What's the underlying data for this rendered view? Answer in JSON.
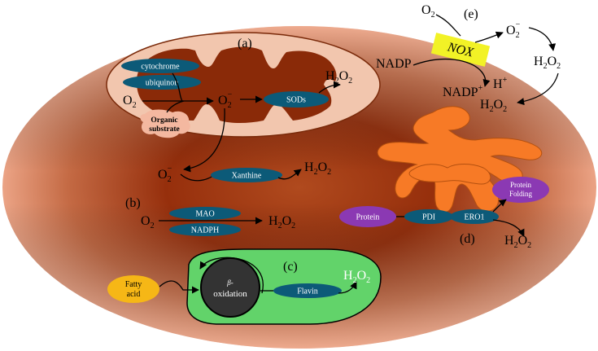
{
  "labels": {
    "a": "(a)",
    "b": "(b)",
    "c": "(c)",
    "d": "(d)",
    "e": "(e)"
  },
  "mitochondrion": {
    "cytochrome": "cytochrome",
    "ubiquinon": "ubiquinon",
    "o2": "O",
    "o2_sub": "2",
    "superoxide": "O",
    "superoxide_sub": "2",
    "superoxide_sup": "−",
    "sods": "SODs",
    "h2o2": "H",
    "h2o2_sub1": "2",
    "h2o2_o": "O",
    "h2o2_sub2": "2",
    "organic_line1": "Organic",
    "organic_line2": "substrate"
  },
  "xanthine_path": {
    "superoxide": "O",
    "superoxide_sub": "2",
    "superoxide_sup": "−",
    "enzyme": "Xanthine",
    "h2o2": "H",
    "h2o2_sub1": "2",
    "h2o2_o": "O",
    "h2o2_sub2": "2"
  },
  "mao_path": {
    "o2": "O",
    "o2_sub": "2",
    "mao": "MAO",
    "nadph": "NADPH",
    "h2o2": "H",
    "h2o2_sub1": "2",
    "h2o2_o": "O",
    "h2o2_sub2": "2"
  },
  "peroxisome": {
    "fatty_line1": "Fatty",
    "fatty_line2": "acid",
    "beta": "β-",
    "oxidation": "oxidation",
    "flavin": "Flavin",
    "h2o2": "H",
    "h2o2_sub1": "2",
    "h2o2_o": "O",
    "h2o2_sub2": "2"
  },
  "er": {
    "protein": "Protein",
    "pdi": "PDI",
    "ero1": "ERO1",
    "folding_line1": "Protein",
    "folding_line2": "Folding",
    "h2o2": "H",
    "h2o2_sub1": "2",
    "h2o2_o": "O",
    "h2o2_sub2": "2"
  },
  "nox": {
    "o2": "O",
    "o2_sub": "2",
    "nox": "NOX",
    "superoxide": "O",
    "superoxide_sub": "2",
    "superoxide_sup": "−",
    "h2o2_top": "H",
    "h2o2_top_sub1": "2",
    "h2o2_top_o": "O",
    "h2o2_top_sub2": "2",
    "nadp": "NADP",
    "nadp_plus": "NADP",
    "nadp_plus_sup": "+",
    "h_plus": "H",
    "h_plus_sup": "+",
    "h2o2_bottom": "H",
    "h2o2_bottom_sub1": "2",
    "h2o2_bottom_o": "O",
    "h2o2_bottom_sub2": "2"
  },
  "colors": {
    "cell_center": "#8b2c07",
    "cell_edge": "#e8967a",
    "mito_outer": "#f0c4ad",
    "mito_inner": "#8a2a08",
    "pill": "#0c5a78",
    "er": "#f77a26",
    "peroxisome": "#62d36a",
    "beta_circle": "#333333",
    "fatty_acid": "#f6b716",
    "protein": "#8b39b3",
    "nox": "#f2f226",
    "organic": "#f4b8a0"
  }
}
